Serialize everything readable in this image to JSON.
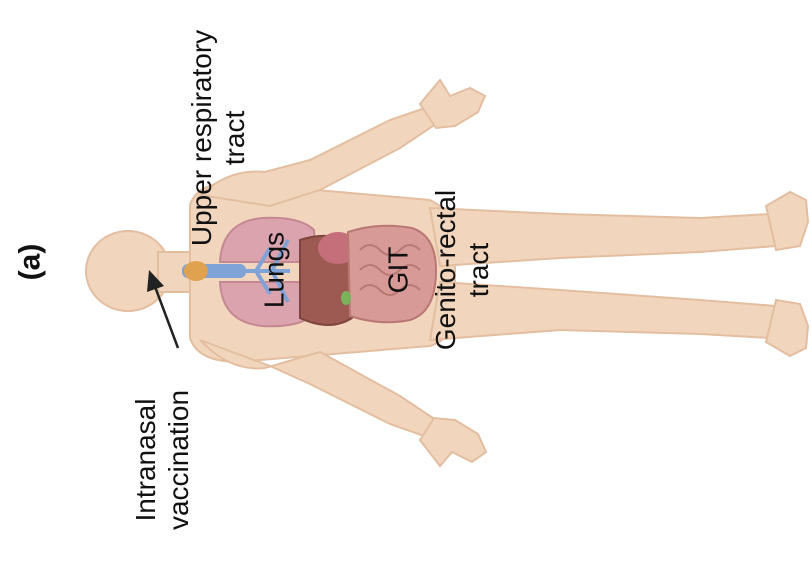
{
  "figure": {
    "panel_label": "(a)",
    "labels": {
      "upper_respiratory_line1": "Upper respiratory",
      "upper_respiratory_line2": "tract",
      "lungs": "Lungs",
      "git": "GIT",
      "genito_rectal_line1": "Genito-rectal",
      "genito_rectal_line2": "tract",
      "intranasal_line1": "Intranasal",
      "intranasal_line2": "vaccination"
    }
  },
  "colors": {
    "skin": "#f2d5bd",
    "skin_shadow": "#e3bea0",
    "lungs": "#dba3ad",
    "airways": "#7fa3d6",
    "liver": "#9c5a52",
    "intestine": "#d79a97",
    "arrow": "#222222"
  }
}
